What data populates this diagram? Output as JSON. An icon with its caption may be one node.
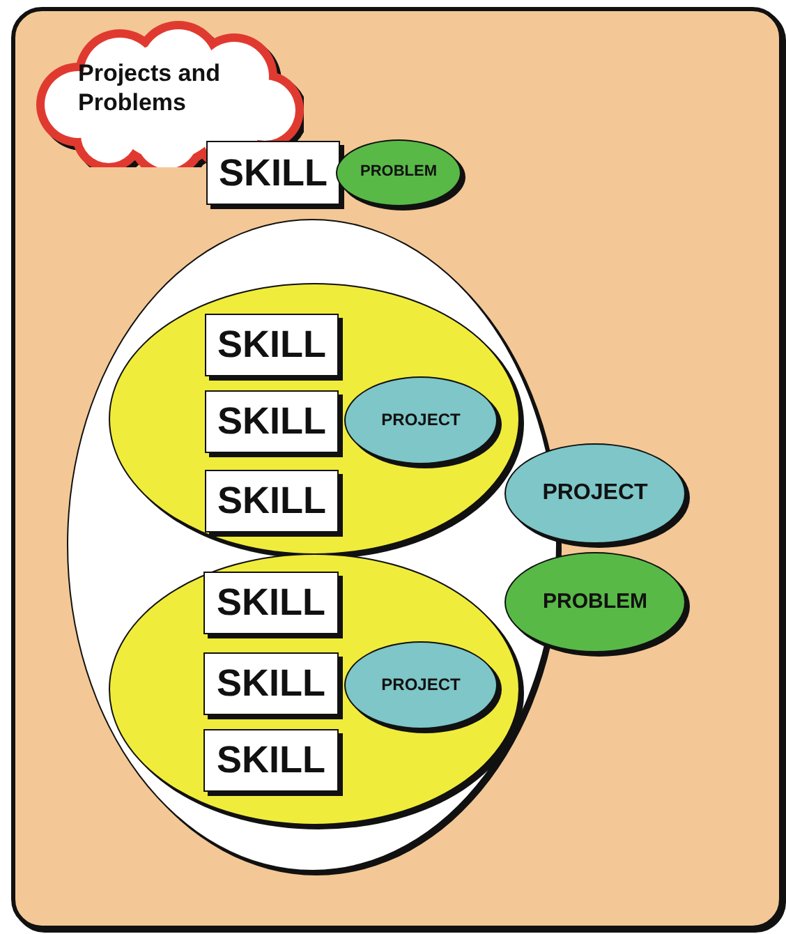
{
  "diagram": {
    "nodes": [
      {
        "text": [
          "Projects and Problems"
        ]
      },
      {
        "text": [
          "SKILL"
        ]
      },
      {
        "text": [
          "PROBLEM"
        ]
      },
      {
        "text": [],
        "shape": "ellipse"
      },
      {
        "text": [],
        "shape": "ellipse",
        "in": 3
      },
      {
        "text": [
          "SKILL"
        ],
        "in": 4
      },
      {
        "text": [
          "SKILL"
        ],
        "in": 4
      },
      {
        "text": [
          "PROJECT"
        ],
        "in": 4
      },
      {
        "text": [
          "SKILL"
        ],
        "in": 4
      },
      {
        "text": [],
        "shape": "ellipse",
        "in": 3
      },
      {
        "text": [
          "SKILL"
        ],
        "in": 9
      },
      {
        "text": [
          "SKILL"
        ],
        "in": 9
      },
      {
        "text": [
          "PROJECT"
        ],
        "in": 9
      },
      {
        "text": [
          "SKILL"
        ],
        "in": 9
      },
      {
        "text": [
          "PROJECT"
        ]
      },
      {
        "text": [
          "PROBLEM"
        ]
      }
    ]
  }
}
